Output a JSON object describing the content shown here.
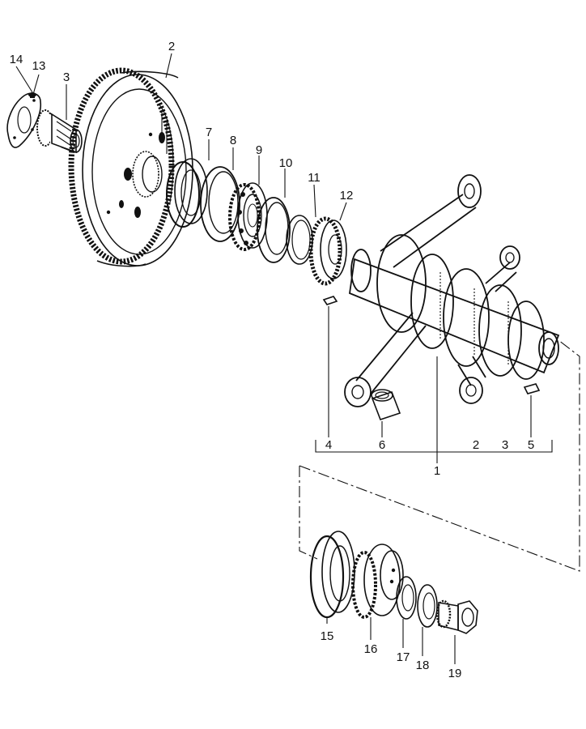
{
  "callouts": {
    "c1": "1",
    "c2a": "2",
    "c3a": "3",
    "c4": "4",
    "c5": "5",
    "c6": "6",
    "c7": "7",
    "c8": "8",
    "c9": "9",
    "c10": "10",
    "c11": "11",
    "c12": "12",
    "c13": "13",
    "c14": "14",
    "c2b": "2",
    "c3b": "3",
    "c15": "15",
    "c16": "16",
    "c17": "17",
    "c18": "18",
    "c19": "19"
  },
  "colors": {
    "ink": "#111111",
    "paper": "#ffffff"
  },
  "icons": [
    "flywheel-icon",
    "gear-icon",
    "bearing-icon",
    "crankshaft-icon",
    "connecting-rod-icon",
    "pulley-icon",
    "nut-icon"
  ]
}
